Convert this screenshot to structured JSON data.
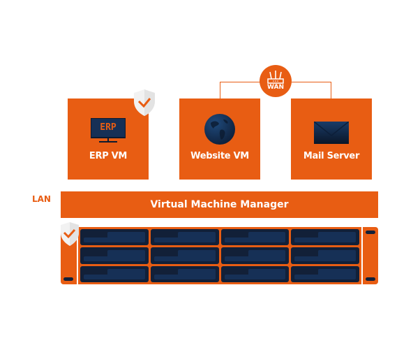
{
  "colors": {
    "accent": "#e85d13",
    "dark_navy": "#122038",
    "white": "#ffffff"
  },
  "wan": {
    "label": "WAN",
    "icon": "router-icon"
  },
  "vms": [
    {
      "label": "ERP VM",
      "icon": "monitor-icon",
      "icon_text": "ERP",
      "protected": true
    },
    {
      "label": "Website VM",
      "icon": "globe-icon",
      "protected": false
    },
    {
      "label": "Mail Server",
      "icon": "envelope-icon",
      "protected": false
    }
  ],
  "lan_label": "LAN",
  "manager_label": "Virtual Machine Manager",
  "server": {
    "icon": "nas-server-icon",
    "drive_bays": 12,
    "rows": 3,
    "columns": 4,
    "protected": true
  }
}
